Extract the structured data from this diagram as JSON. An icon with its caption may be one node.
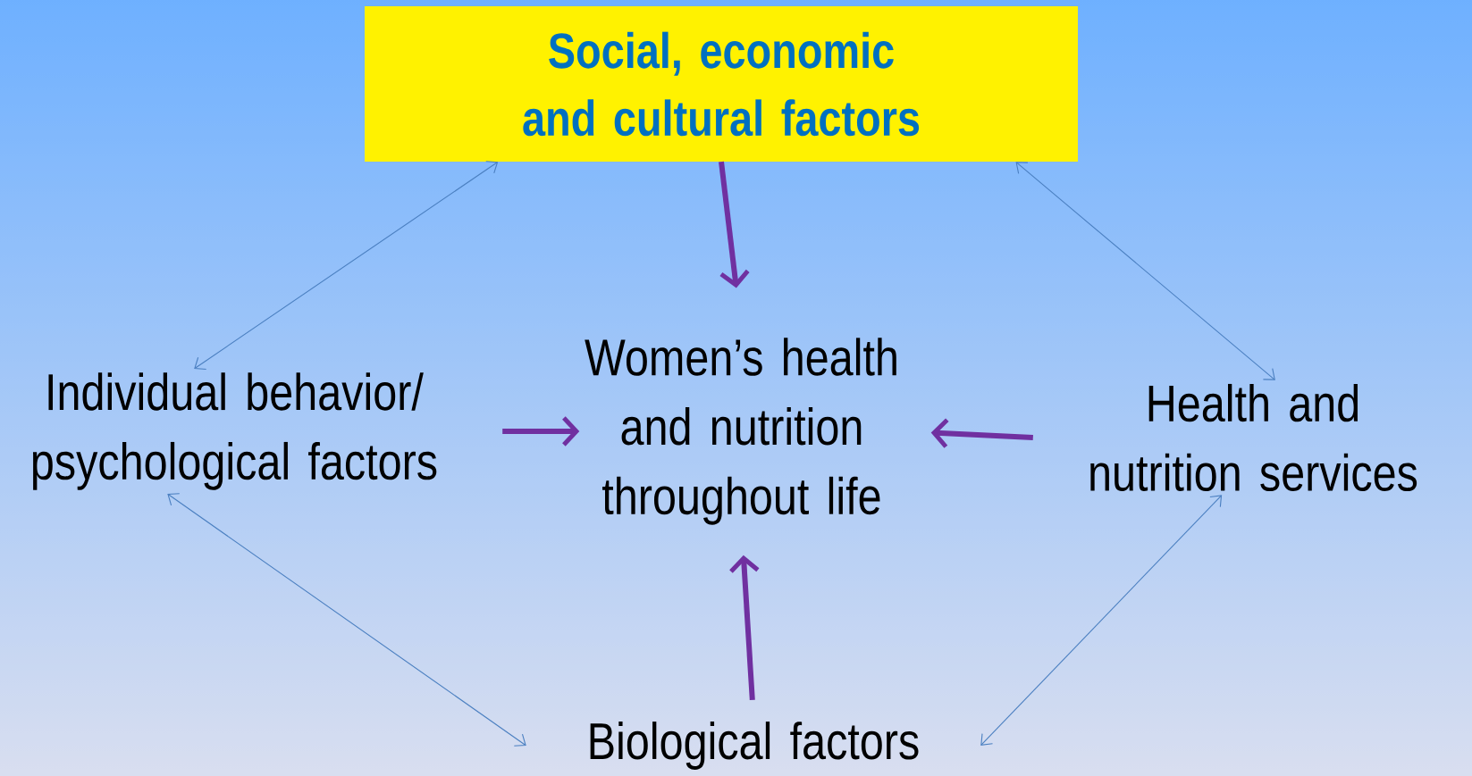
{
  "diagram": {
    "nodes": [
      {
        "text": [
          "Social, economic and cultural factors"
        ]
      },
      {
        "text": [
          "Women’s health and nutrition throughout life"
        ]
      },
      {
        "text": [
          "Individual behavior/ psychological factors"
        ]
      },
      {
        "text": [
          "Health and nutrition services"
        ]
      },
      {
        "text": [
          "Biological factors"
        ]
      }
    ],
    "edges": [
      {
        "from": 0,
        "to": 1,
        "arrow": "to",
        "style": "thick",
        "color": "#7030a0"
      },
      {
        "from": 2,
        "to": 1,
        "arrow": "to",
        "style": "thick",
        "color": "#7030a0"
      },
      {
        "from": 3,
        "to": 1,
        "arrow": "to",
        "style": "thick",
        "color": "#7030a0"
      },
      {
        "from": 4,
        "to": 1,
        "arrow": "to",
        "style": "thick",
        "color": "#7030a0"
      },
      {
        "from": 0,
        "to": 2,
        "arrow": "both"
      },
      {
        "from": 0,
        "to": 3,
        "arrow": "both"
      },
      {
        "from": 2,
        "to": 4,
        "arrow": "both"
      },
      {
        "from": 3,
        "to": 4,
        "arrow": "both"
      }
    ]
  }
}
